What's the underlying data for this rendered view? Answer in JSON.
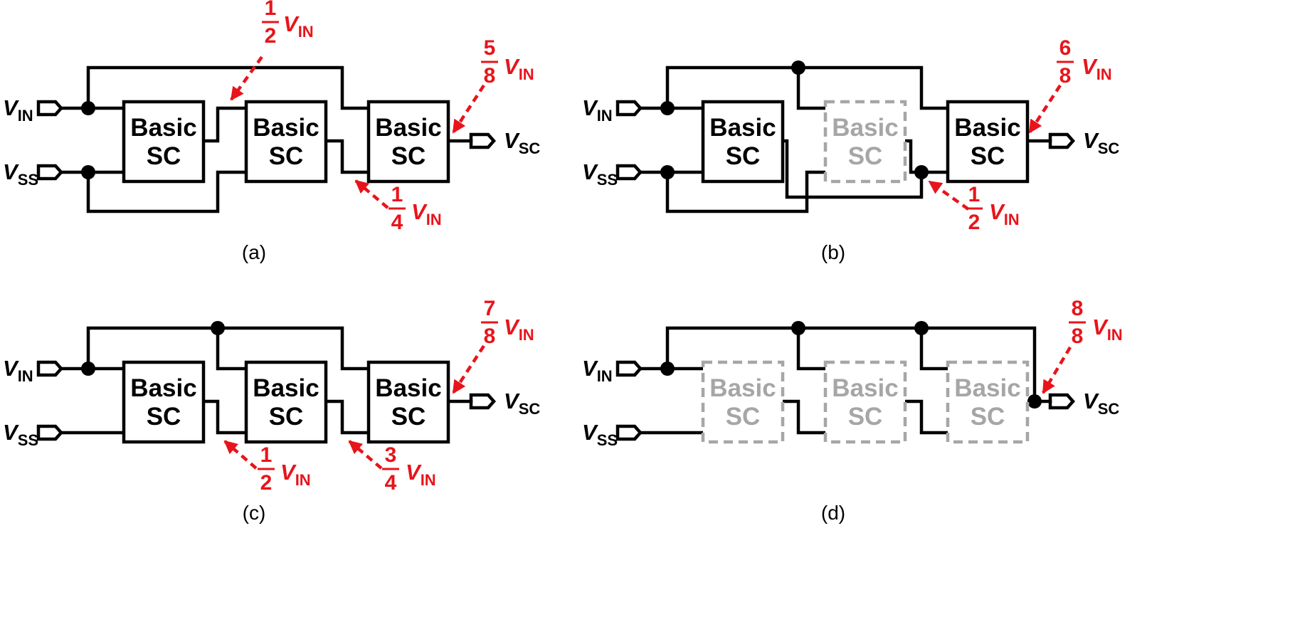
{
  "block_label": {
    "line1": "Basic",
    "line2": "SC"
  },
  "ports": {
    "v": "V",
    "in_sub": "IN",
    "ss_sub": "SS",
    "sc_sub": "SC"
  },
  "colors": {
    "wire": "#000000",
    "annotation": "#e8141b",
    "inactive_block": "#a6a6a6"
  },
  "panels": [
    {
      "caption": "(a)",
      "active_blocks": [
        true,
        true,
        true
      ],
      "annotations": [
        {
          "num": "1",
          "den": "2",
          "v": "V",
          "sub": "IN"
        },
        {
          "num": "1",
          "den": "4",
          "v": "V",
          "sub": "IN"
        },
        {
          "num": "5",
          "den": "8",
          "v": "V",
          "sub": "IN"
        }
      ]
    },
    {
      "caption": "(b)",
      "active_blocks": [
        true,
        false,
        true
      ],
      "annotations": [
        {
          "num": "1",
          "den": "2",
          "v": "V",
          "sub": "IN"
        },
        {
          "num": "6",
          "den": "8",
          "v": "V",
          "sub": "IN"
        }
      ]
    },
    {
      "caption": "(c)",
      "active_blocks": [
        true,
        true,
        true
      ],
      "annotations": [
        {
          "num": "1",
          "den": "2",
          "v": "V",
          "sub": "IN"
        },
        {
          "num": "3",
          "den": "4",
          "v": "V",
          "sub": "IN"
        },
        {
          "num": "7",
          "den": "8",
          "v": "V",
          "sub": "IN"
        }
      ]
    },
    {
      "caption": "(d)",
      "active_blocks": [
        false,
        false,
        false
      ],
      "annotations": [
        {
          "num": "8",
          "den": "8",
          "v": "V",
          "sub": "IN"
        }
      ]
    }
  ]
}
